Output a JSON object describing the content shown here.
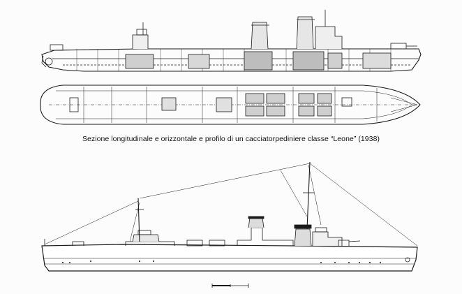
{
  "caption": "Sezione longitudinale e orizzontale e profilo di un cacciatorpediniere classe “Leone” (1938)",
  "colors": {
    "ink": "#1a1a1a",
    "paper": "#fcfcfc"
  },
  "figures": [
    {
      "id": "longitudinal-section"
    },
    {
      "id": "horizontal-section"
    },
    {
      "id": "external-profile"
    },
    {
      "id": "scale-bar"
    }
  ]
}
